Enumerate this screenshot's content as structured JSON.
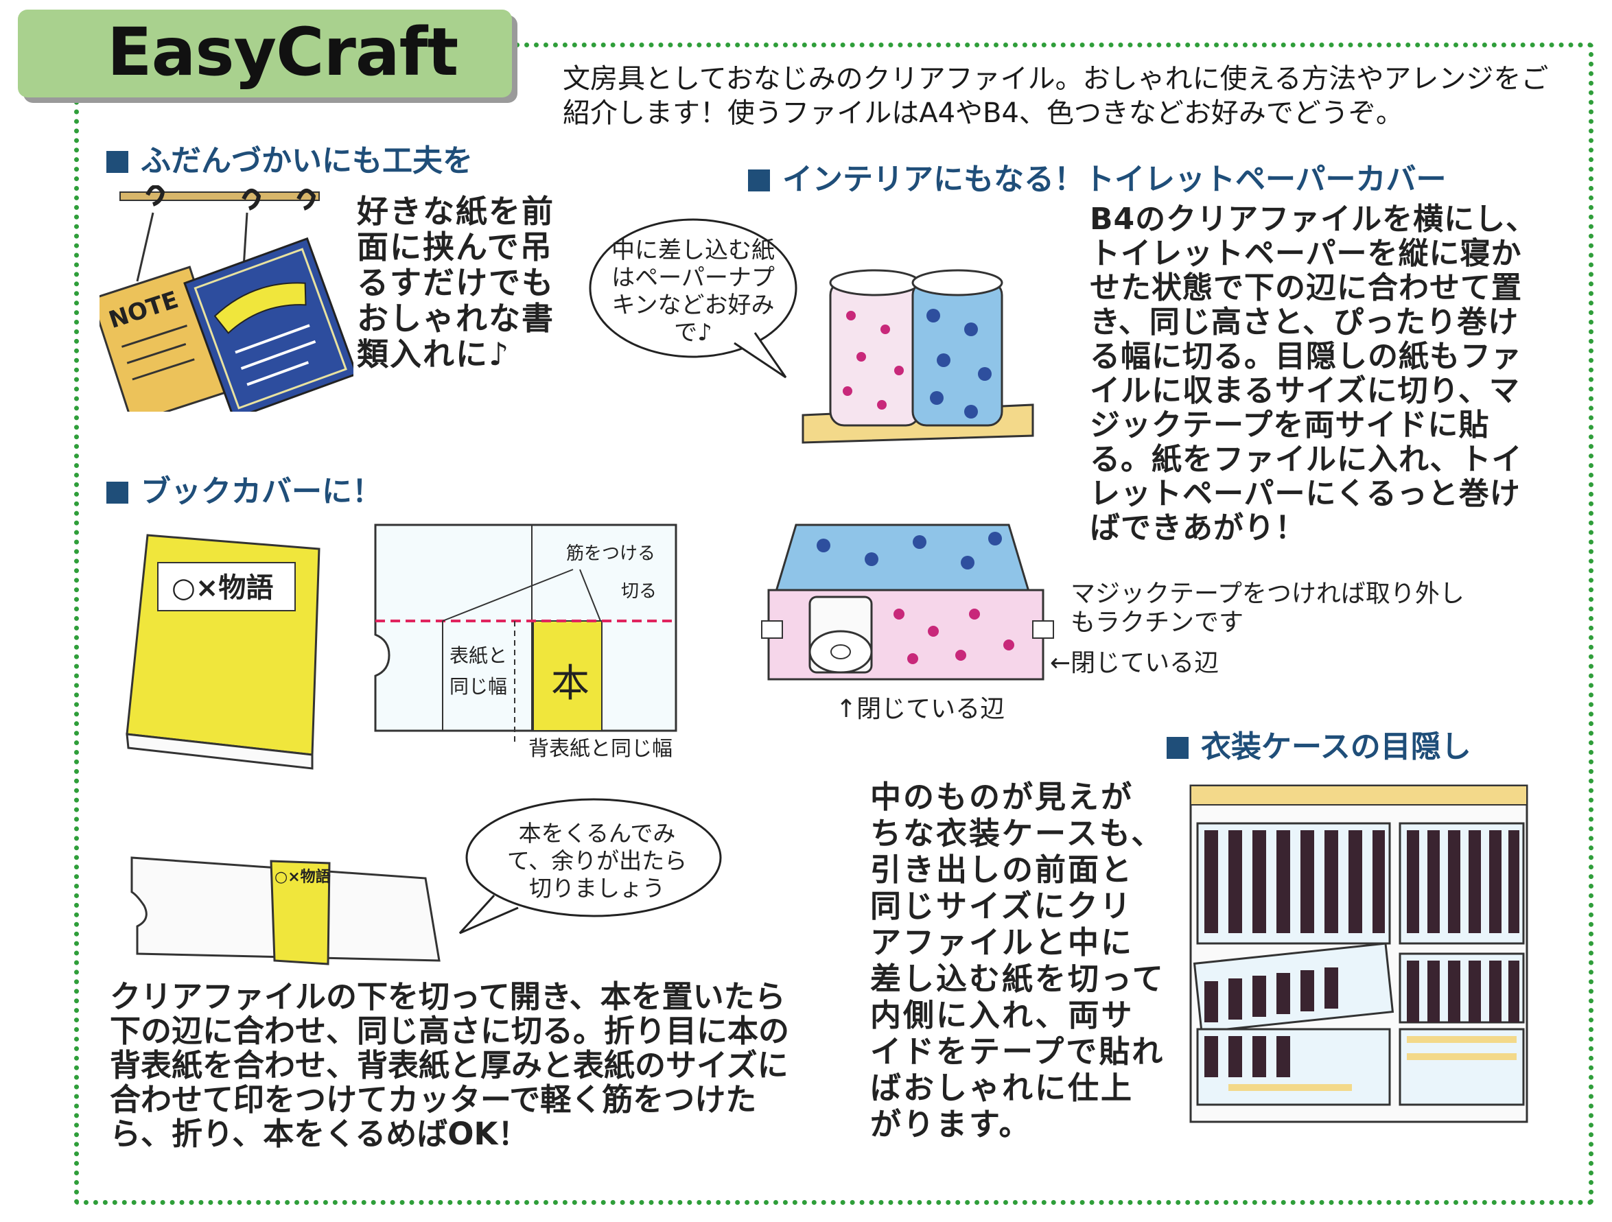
{
  "logo": {
    "text": "EasyCraft"
  },
  "intro": {
    "text": "文房具としておなじみのクリアファイル。おしゃれに使える方法やアレンジをご紹介します！使うファイルはA4やB4、色つきなどお好みでどうぞ。"
  },
  "sections": {
    "daily": {
      "heading": "ふだんづかいにも工夫を",
      "body": "好きな紙を前面に挟んで吊るすだけでもおしゃれな書類入れに♪",
      "tag_text": "NOTE"
    },
    "bookcover": {
      "heading": "ブックカバーに！",
      "book_title": "○×物語",
      "label_crease": "筋をつける",
      "label_cut": "切る",
      "label_same_width": "表紙と同じ幅",
      "label_book": "本",
      "label_spine": "背表紙と同じ幅",
      "bubble": "本をくるんでみて、余りが出たら切りましょう",
      "body": "クリアファイルの下を切って開き、本を置いたら下の辺に合わせ、同じ高さに切る。折り目に本の背表紙を合わせ、背表紙と厚みと表紙のサイズに合わせて印をつけてカッターで軽く筋をつけたら、折り、本をくるめばOK！"
    },
    "toilet": {
      "heading": "インテリアにもなる！トイレットペーパーカバー",
      "bubble": "中に差し込む紙はペーパーナプキンなどお好みで♪",
      "body": "B4のクリアファイルを横にし、トイレットペーパーを縦に寝かせた状態で下の辺に合わせて置き、同じ高さと、ぴったり巻ける幅に切る。目隠しの紙もファイルに収まるサイズに切り、マジックテープを両サイドに貼る。紙をファイルに入れ、トイレットペーパーにくるっと巻けばできあがり！",
      "note_tape": "マジックテープをつければ取り外しもラクチンです",
      "note_closed_right": "←閉じている辺",
      "note_closed_bottom": "↑閉じている辺"
    },
    "storage": {
      "heading": "衣装ケースの目隠し",
      "body": "中のものが見えがちな衣装ケースも、引き出しの前面と同じサイズにクリアファイルと中に差し込む紙を切って内側に入れ、両サイドをテープで貼ればおしゃれに仕上がります。"
    }
  },
  "colors": {
    "frame": "#2f9e3a",
    "logo_bg": "#a9d18e",
    "heading": "#1f4e79",
    "yellow": "#f0e63c",
    "pink_dots": "#c8287a",
    "blue_dots": "#2e4f9e",
    "cut_line": "#e0245e",
    "stripe": "#3a2430"
  }
}
